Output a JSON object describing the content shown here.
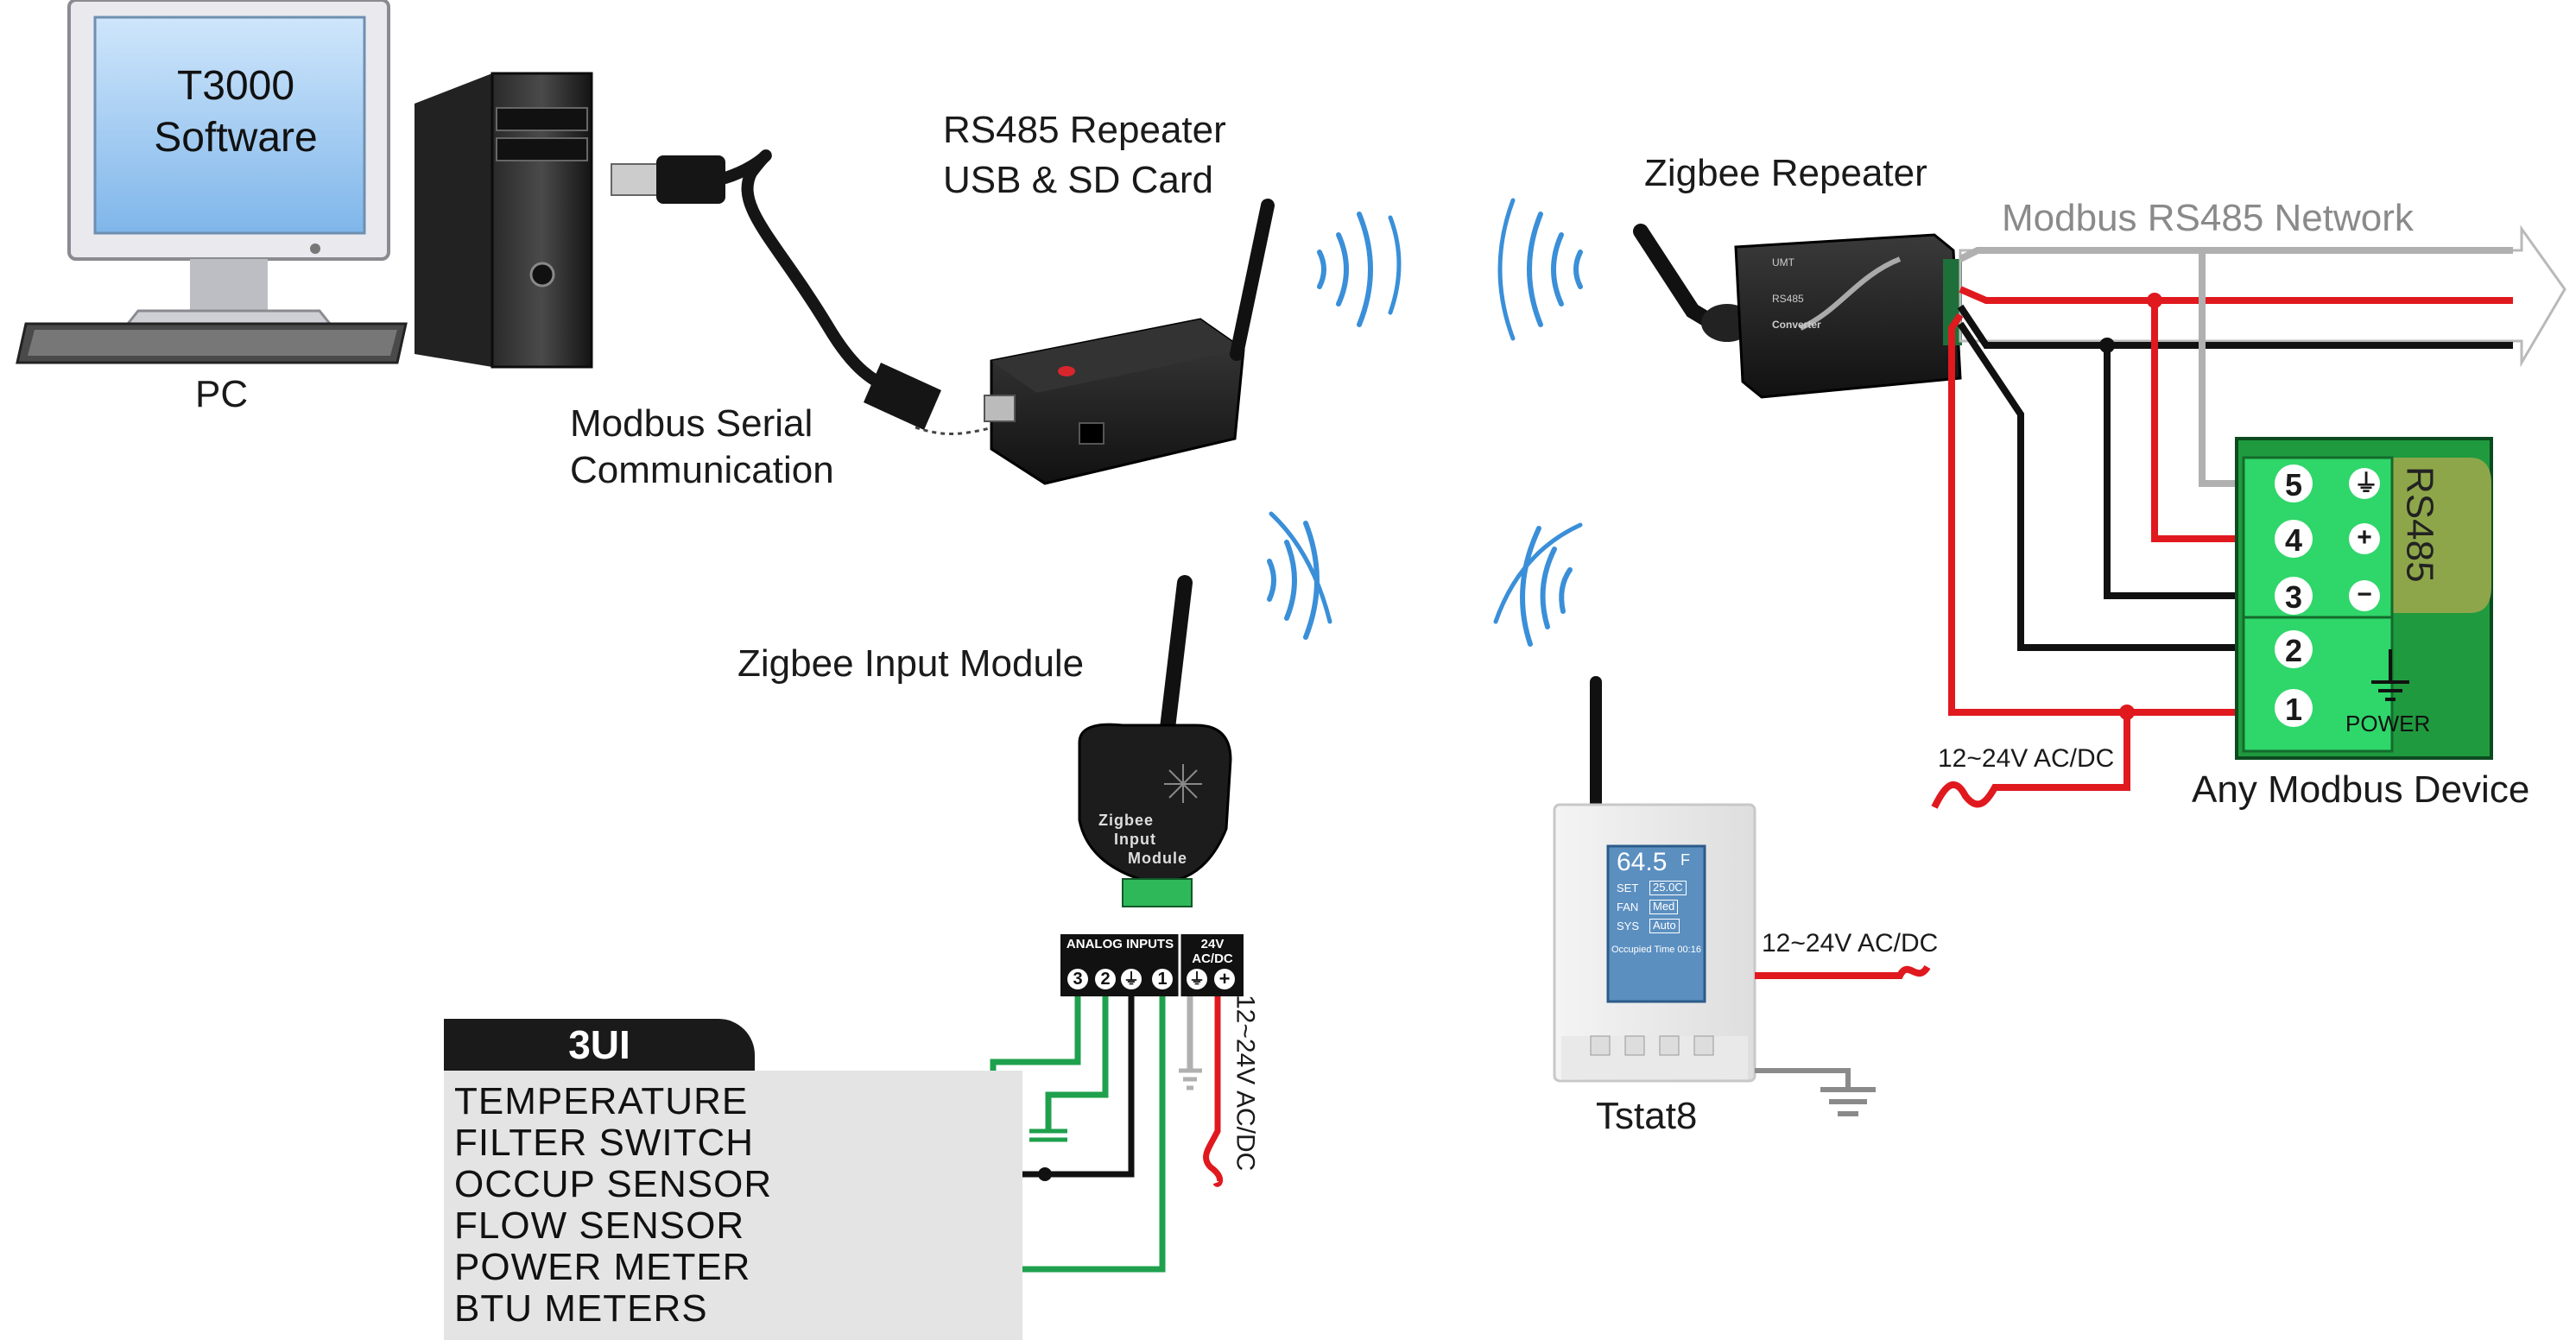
{
  "pc": {
    "screen_line1": "T3000",
    "screen_line2": "Software",
    "label": "PC"
  },
  "cable_label": {
    "line1": "Modbus Serial",
    "line2": "Communication"
  },
  "rs485_repeater": {
    "line1": "RS485 Repeater",
    "line2": "USB & SD Card"
  },
  "zigbee_repeater": {
    "label": "Zigbee Repeater",
    "device_text_1": "UMT",
    "device_text_2": "RS485",
    "device_text_3": "Converter"
  },
  "network": {
    "label": "Modbus RS485 Network"
  },
  "modbus_device": {
    "label": "Any Modbus Device",
    "side_label": "RS485",
    "power_label": "POWER",
    "terminals": [
      "5",
      "4",
      "3",
      "2",
      "1"
    ],
    "symbols": [
      "⏚",
      "+",
      "−"
    ],
    "power_supply": "12~24V AC/DC"
  },
  "input_module": {
    "label": "Zigbee Input Module",
    "device_line1": "Zigbee",
    "device_line2": "Input",
    "device_line3": "Module",
    "analog_header": "ANALOG INPUTS",
    "power_header": "24V AC/DC",
    "analog_terminals": [
      "3",
      "2",
      "⏚",
      "1"
    ],
    "power_terminals": [
      "⏚",
      "+"
    ],
    "power_supply": "12~24V AC/DC"
  },
  "ui_list": {
    "title": "3UI",
    "items": [
      "TEMPERATURE",
      "FILTER SWITCH",
      "OCCUP SENSOR",
      "FLOW SENSOR",
      "POWER METER",
      "BTU METERS"
    ]
  },
  "tstat8": {
    "label": "Tstat8",
    "temperature": "64.5",
    "unit": "F",
    "rows": [
      {
        "key": "SET",
        "value": "25.0C"
      },
      {
        "key": "FAN",
        "value": "Med"
      },
      {
        "key": "SYS",
        "value": "Auto"
      }
    ],
    "status_line": "Occupied Time 00:16",
    "power_supply": "12~24V AC/DC"
  },
  "colors": {
    "wire_red": "#e0191f",
    "wire_black": "#111111",
    "wire_gray": "#b0b0b0",
    "wire_green": "#1fa04d",
    "signal_blue": "#3a8fd8",
    "board_green": "#1f9a3f",
    "terminal_green": "#2fd66a"
  }
}
